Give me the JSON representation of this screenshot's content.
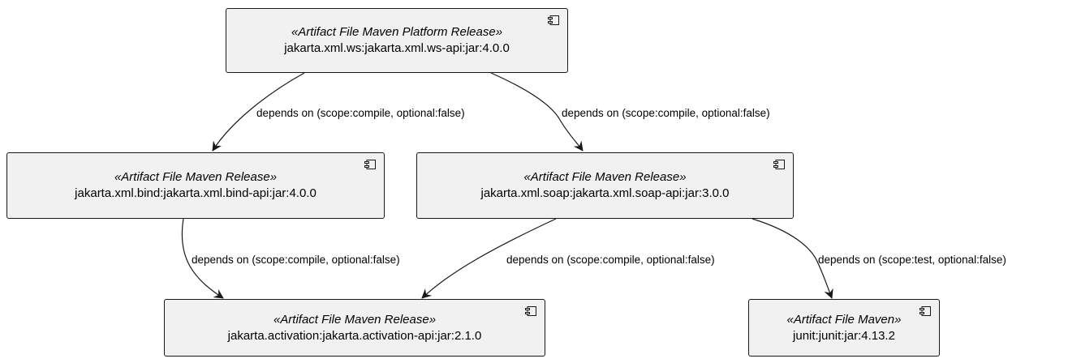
{
  "icons": {
    "component": "component-icon"
  },
  "colors": {
    "node_fill": "#f1f1f1",
    "node_border": "#181818",
    "edge": "#181818"
  },
  "nodes": {
    "ws_api": {
      "stereotype": "«Artifact File Maven Platform Release»",
      "coordinates": "jakarta.xml.ws:jakarta.xml.ws-api:jar:4.0.0"
    },
    "bind_api": {
      "stereotype": "«Artifact File Maven Release»",
      "coordinates": "jakarta.xml.bind:jakarta.xml.bind-api:jar:4.0.0"
    },
    "soap_api": {
      "stereotype": "«Artifact File Maven Release»",
      "coordinates": "jakarta.xml.soap:jakarta.xml.soap-api:jar:3.0.0"
    },
    "activation_api": {
      "stereotype": "«Artifact File Maven Release»",
      "coordinates": "jakarta.activation:jakarta.activation-api:jar:2.1.0"
    },
    "junit": {
      "stereotype": "«Artifact File Maven»",
      "coordinates": "junit:junit:jar:4.13.2"
    }
  },
  "edges": {
    "ws_to_bind": {
      "from": "ws_api",
      "to": "bind_api",
      "label": "depends on (scope:compile, optional:false)"
    },
    "ws_to_soap": {
      "from": "ws_api",
      "to": "soap_api",
      "label": "depends on (scope:compile, optional:false)"
    },
    "bind_to_activation": {
      "from": "bind_api",
      "to": "activation_api",
      "label": "depends on (scope:compile, optional:false)"
    },
    "soap_to_activation": {
      "from": "soap_api",
      "to": "activation_api",
      "label": "depends on (scope:compile, optional:false)"
    },
    "soap_to_junit": {
      "from": "soap_api",
      "to": "junit",
      "label": "depends on (scope:test, optional:false)"
    }
  }
}
